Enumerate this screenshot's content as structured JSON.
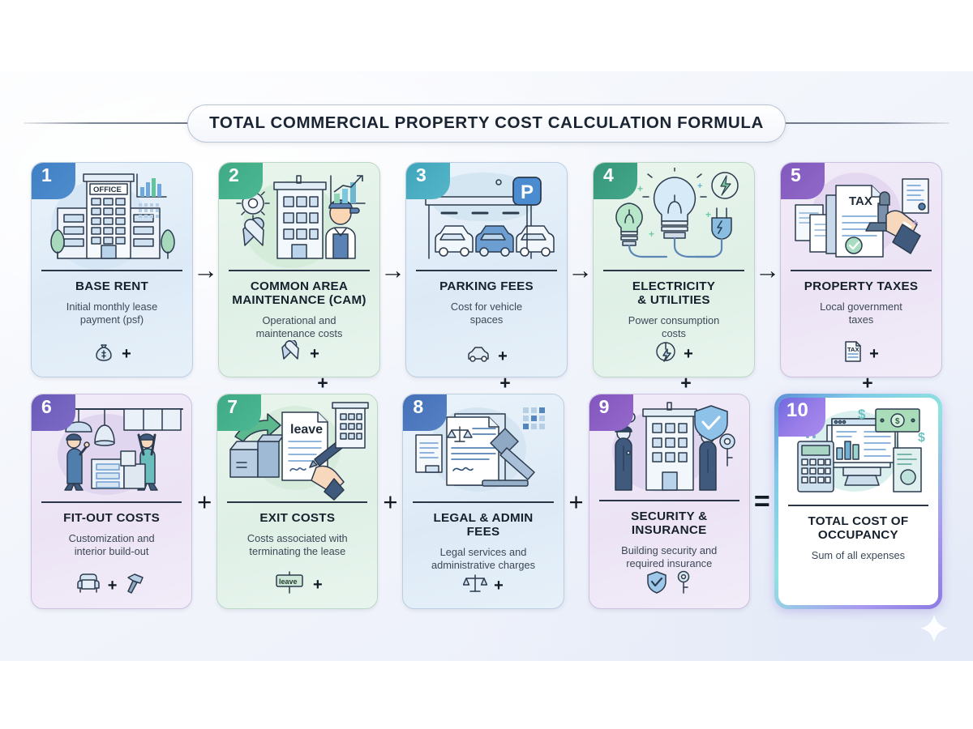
{
  "header": {
    "title": "TOTAL COMMERCIAL PROPERTY COST CALCULATION FORMULA"
  },
  "operators": {
    "arrow": "→",
    "plus": "+",
    "equals": "="
  },
  "row_plus": [
    "+",
    "+",
    "+",
    "+"
  ],
  "cards": [
    {
      "number": "1",
      "title": "BASE RENT",
      "desc": "Initial monthly lease\npayment (psf)",
      "icon": "money-bag-icon",
      "footer_op": "+",
      "theme": "blue",
      "badge": "b-blue",
      "illustration": "office-building-illustration"
    },
    {
      "number": "2",
      "title": "COMMON AREA\nMAINTENANCE (CAM)",
      "desc": "Operational and\nmaintenance costs",
      "icon": "tools-icon",
      "footer_op": "+",
      "theme": "green",
      "badge": "b-green",
      "illustration": "maintenance-worker-illustration"
    },
    {
      "number": "3",
      "title": "PARKING FEES",
      "desc": "Cost for vehicle\nspaces",
      "icon": "car-icon",
      "footer_op": "+",
      "theme": "blue",
      "badge": "b-teal",
      "illustration": "parking-garage-illustration"
    },
    {
      "number": "4",
      "title": "ELECTRICITY\n& UTILITIES",
      "desc": "Power consumption\ncosts",
      "icon": "power-icon",
      "footer_op": "+",
      "theme": "green",
      "badge": "b-dgreen",
      "illustration": "light-bulbs-illustration"
    },
    {
      "number": "5",
      "title": "PROPERTY TAXES",
      "desc": "Local government\ntaxes",
      "icon": "tax-document-icon",
      "footer_op": "+",
      "theme": "purple",
      "badge": "b-purple",
      "illustration": "tax-stamp-illustration"
    },
    {
      "number": "6",
      "title": "FIT-OUT COSTS",
      "desc": "Customization and\ninterior build-out",
      "icon": "armchair-hammer-icon",
      "footer_op": "+",
      "theme": "purple",
      "badge": "b-violet",
      "illustration": "interior-fitout-illustration"
    },
    {
      "number": "7",
      "title": "EXIT COSTS",
      "desc": "Costs associated with\nterminating the lease",
      "icon": "leave-sign-icon",
      "footer_op": "+",
      "theme": "green",
      "badge": "b-green",
      "illustration": "moving-boxes-illustration"
    },
    {
      "number": "8",
      "title": "LEGAL & ADMIN\nFEES",
      "desc": "Legal services and\nadministrative charges",
      "icon": "scales-icon",
      "footer_op": "+",
      "theme": "blue",
      "badge": "b-indigo",
      "illustration": "gavel-documents-illustration"
    },
    {
      "number": "9",
      "title": "SECURITY &\nINSURANCE",
      "desc": "Building security and\nrequired insurance",
      "icon": "shield-key-icon",
      "footer_op": "",
      "theme": "purple",
      "badge": "b-grape",
      "illustration": "security-guards-illustration"
    },
    {
      "number": "10",
      "title": "TOTAL COST OF\nOCCUPANCY",
      "desc": "Sum of all expenses",
      "icon": "",
      "footer_op": "",
      "theme": "final",
      "badge": "b-final",
      "illustration": "finance-dashboard-illustration"
    }
  ],
  "colors": {
    "accent_blue": "#3f7fc4",
    "accent_green": "#3faa85",
    "accent_teal": "#3fa5bb",
    "accent_purple": "#8159bd",
    "text_dark": "#16202c",
    "text_muted": "#3c4857",
    "panel_bg": "#eef2fa"
  },
  "decor": {
    "sparkle": "sparkle-icon"
  }
}
